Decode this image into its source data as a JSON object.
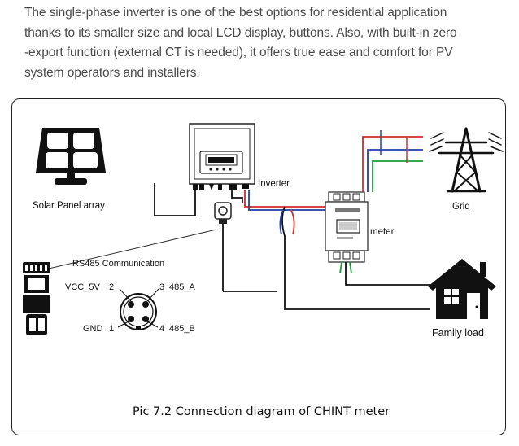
{
  "intro": {
    "lines": [
      "The single-phase inverter is one of the best options for residential application",
      "thanks to its smaller size and local LCD display, buttons. Also, with built-in zero",
      "-export function (external CT is needed), it offers true ease and comfort for PV",
      "system operators and installers."
    ]
  },
  "diagram": {
    "labels": {
      "solar_panel": "Solar Panel array",
      "inverter": "Inverter",
      "grid": "Grid",
      "meter": "meter",
      "family_load": "Family load",
      "rs485": "RS485 Communication",
      "pin_vcc": "VCC_5V",
      "pin_2": "2",
      "pin_3": "3",
      "pin_3_name": "485_A",
      "pin_gnd": "GND",
      "pin_1": "1",
      "pin_4": "4",
      "pin_4_name": "485_B"
    },
    "caption": "Pic 7.2 Connection diagram of CHINT meter",
    "colors": {
      "line_red": "#d42a2a",
      "line_blue": "#1f3fa6",
      "line_green": "#1e9a3c",
      "line_black": "#111111"
    }
  }
}
